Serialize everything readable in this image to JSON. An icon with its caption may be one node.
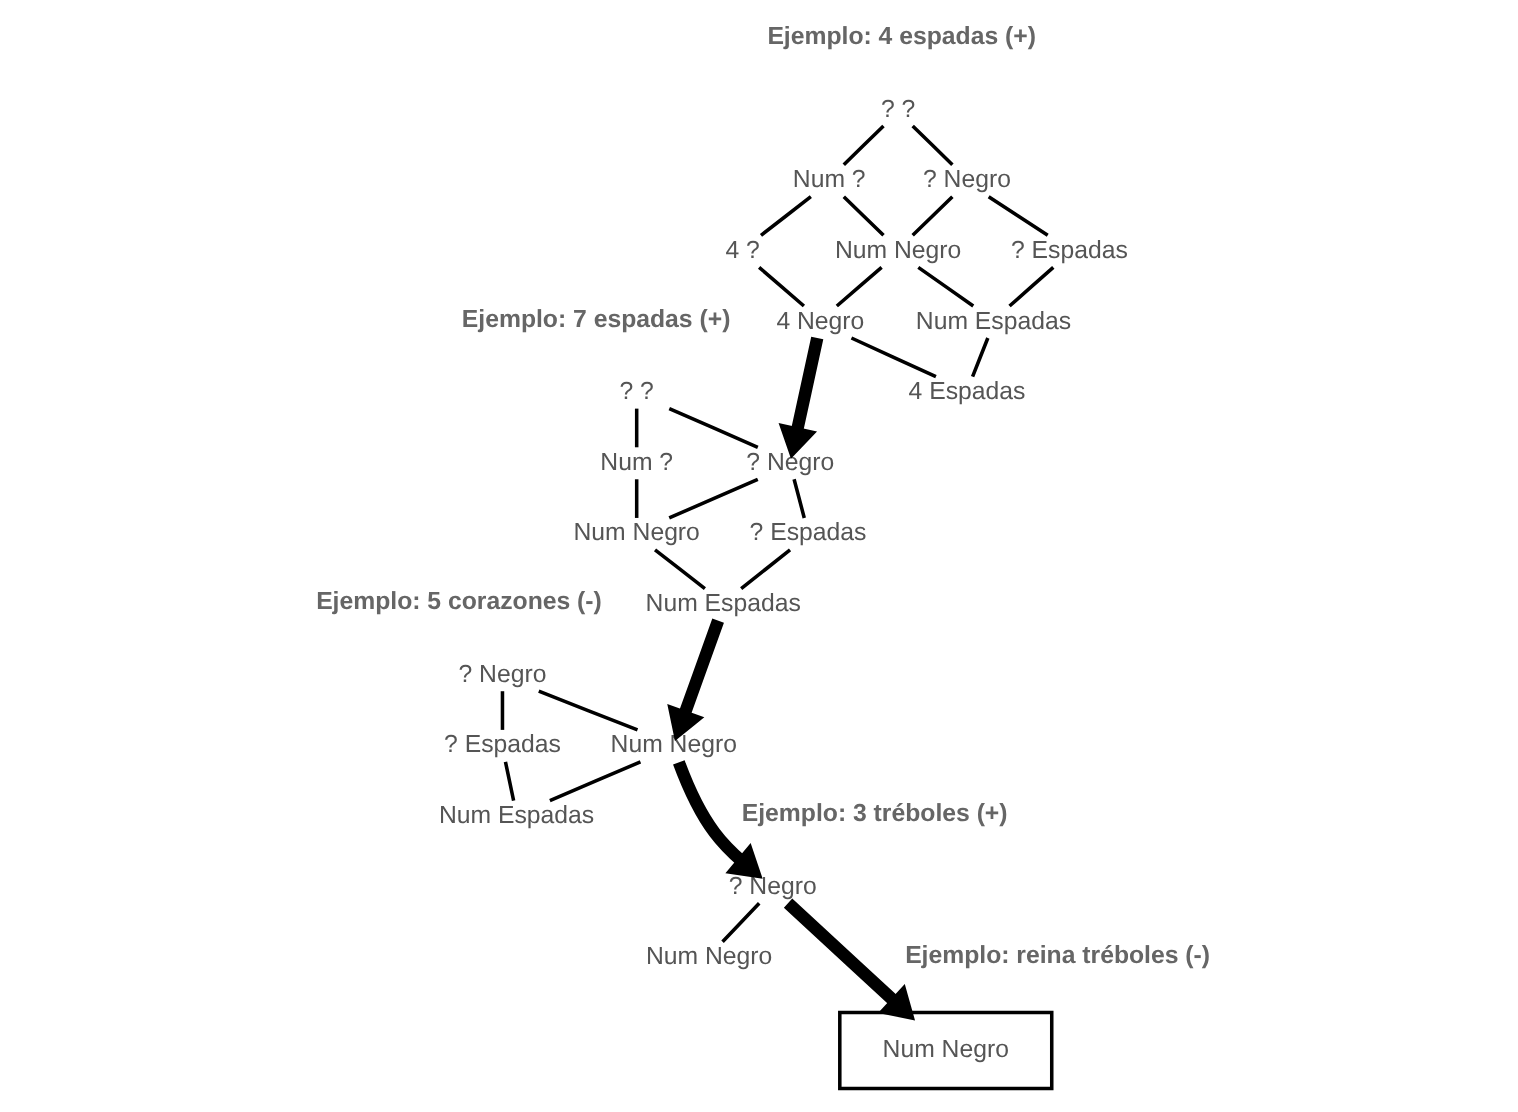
{
  "diagram": {
    "nodes": [
      {
        "text": [
          "? ?"
        ]
      },
      {
        "text": [
          "Num ?"
        ]
      },
      {
        "text": [
          "? Negro"
        ]
      },
      {
        "text": [
          "4 ?"
        ]
      },
      {
        "text": [
          "Num Negro"
        ]
      },
      {
        "text": [
          "? Espadas"
        ]
      },
      {
        "text": [
          "4 Negro"
        ]
      },
      {
        "text": [
          "Num Espadas"
        ]
      },
      {
        "text": [
          "4 Espadas"
        ]
      },
      {
        "text": [
          "? ?"
        ]
      },
      {
        "text": [
          "Num ?"
        ]
      },
      {
        "text": [
          "? Negro"
        ]
      },
      {
        "text": [
          "Num Negro"
        ]
      },
      {
        "text": [
          "? Espadas"
        ]
      },
      {
        "text": [
          "Num Espadas"
        ]
      },
      {
        "text": [
          "? Negro"
        ]
      },
      {
        "text": [
          "Num Negro"
        ]
      },
      {
        "text": [
          "? Espadas"
        ]
      },
      {
        "text": [
          "Num Espadas"
        ]
      },
      {
        "text": [
          "? Negro"
        ]
      },
      {
        "text": [
          "Num Negro"
        ]
      },
      {
        "text": [
          "Num Negro"
        ]
      }
    ],
    "edges": [
      {
        "from": 0,
        "to": 1,
        "arrow": "none"
      },
      {
        "from": 0,
        "to": 2,
        "arrow": "none"
      },
      {
        "from": 1,
        "to": 3,
        "arrow": "none"
      },
      {
        "from": 1,
        "to": 4,
        "arrow": "none"
      },
      {
        "from": 2,
        "to": 4,
        "arrow": "none"
      },
      {
        "from": 2,
        "to": 5,
        "arrow": "none"
      },
      {
        "from": 3,
        "to": 6,
        "arrow": "none"
      },
      {
        "from": 4,
        "to": 6,
        "arrow": "none"
      },
      {
        "from": 4,
        "to": 7,
        "arrow": "none"
      },
      {
        "from": 5,
        "to": 7,
        "arrow": "none"
      },
      {
        "from": 6,
        "to": 8,
        "arrow": "none"
      },
      {
        "from": 7,
        "to": 8,
        "arrow": "none"
      },
      {
        "from": 9,
        "to": 10,
        "arrow": "none"
      },
      {
        "from": 9,
        "to": 11,
        "arrow": "none"
      },
      {
        "from": 10,
        "to": 12,
        "arrow": "none"
      },
      {
        "from": 11,
        "to": 12,
        "arrow": "none"
      },
      {
        "from": 11,
        "to": 13,
        "arrow": "none"
      },
      {
        "from": 12,
        "to": 14,
        "arrow": "none"
      },
      {
        "from": 13,
        "to": 14,
        "arrow": "none"
      },
      {
        "from": 15,
        "to": 16,
        "arrow": "none"
      },
      {
        "from": 15,
        "to": 17,
        "arrow": "none"
      },
      {
        "from": 16,
        "to": 18,
        "arrow": "none"
      },
      {
        "from": 17,
        "to": 18,
        "arrow": "none"
      },
      {
        "from": 19,
        "to": 20,
        "arrow": "none"
      },
      {
        "from": 6,
        "to": 11,
        "arrow": "to",
        "style": "thick"
      },
      {
        "from": 14,
        "to": 16,
        "arrow": "to",
        "style": "thick"
      },
      {
        "from": 16,
        "to": 19,
        "arrow": "to",
        "style": "thick"
      },
      {
        "from": 19,
        "to": 21,
        "arrow": "to",
        "style": "thick"
      }
    ],
    "labels": [
      "Ejemplo: 4 espadas (+)",
      "Ejemplo: 7 espadas (+)",
      "Ejemplo: 5 corazones (-)",
      "Ejemplo: 3 tréboles (+)",
      "Ejemplo: reina tréboles (-)"
    ]
  }
}
